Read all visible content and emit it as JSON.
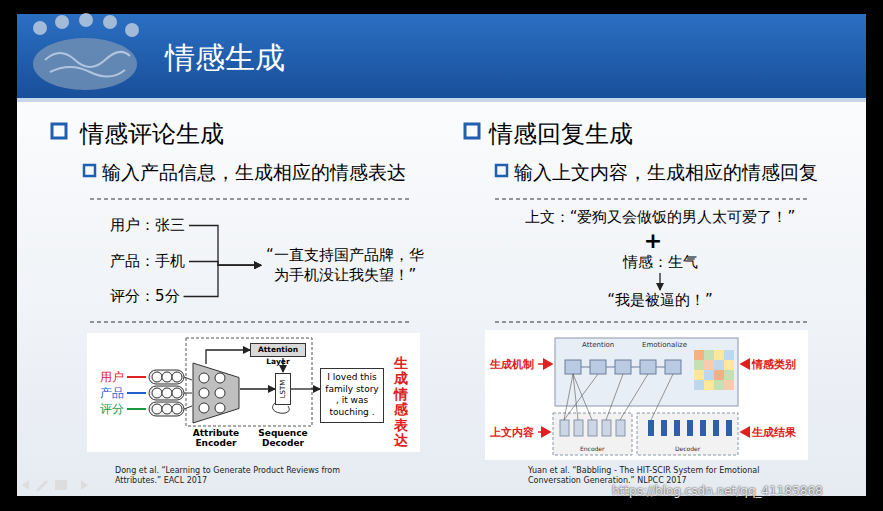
{
  "diagram": {
    "title": "情感生成",
    "nodes": [
      {
        "text": [
          "用户：张三"
        ]
      },
      {
        "text": [
          "产品：手机"
        ]
      },
      {
        "text": [
          "评分：5分"
        ]
      },
      {
        "text": [
          "“一直支持国产品牌，华为手机没让我失望！”"
        ]
      },
      {
        "text": [
          "Attention Layer"
        ]
      },
      {
        "text": [
          "Attribute Encoder"
        ]
      },
      {
        "text": [
          "LSTM"
        ]
      },
      {
        "text": [
          "I loved this family story , it was touching ."
        ]
      },
      {
        "text": [
          "上文：“爱狗又会做饭的男人太可爱了！”"
        ]
      },
      {
        "text": [
          "情感：生气"
        ]
      },
      {
        "text": [
          "“我是被逼的！”"
        ]
      }
    ],
    "edges": [
      {
        "from": 0,
        "to": 3,
        "arrow": "to"
      },
      {
        "from": 1,
        "to": 3,
        "arrow": "to"
      },
      {
        "from": 2,
        "to": 3,
        "arrow": "to"
      },
      {
        "from": 5,
        "to": 4,
        "arrow": "to"
      },
      {
        "from": 4,
        "to": 6,
        "arrow": "to"
      },
      {
        "from": 5,
        "to": 6,
        "arrow": "to"
      },
      {
        "from": 6,
        "to": 7,
        "arrow": "to"
      },
      {
        "from": 9,
        "to": 10,
        "arrow": "to"
      }
    ],
    "labels": [
      "情感评论生成",
      "输入产品信息，生成相应的情感表达",
      "用户",
      "产品",
      "评分",
      "Sequence Decoder",
      "生成情感表达",
      "Dong et al. “Learning to Generate Product Reviews from Attributes.” EACL 2017",
      "情感回复生成",
      "输入上文内容，生成相应的情感回复",
      "+",
      "生成机制",
      "情感类别",
      "上文内容",
      "生成结果",
      "Attention",
      "Emotionalize",
      "Encoder",
      "Decoder",
      "Yuan et al. “Babbling - The HIT-SCIR System for Emotional Conversation Generation.” NLPCC 2017",
      "https://blog.csdn.net/qq_41185868"
    ]
  }
}
